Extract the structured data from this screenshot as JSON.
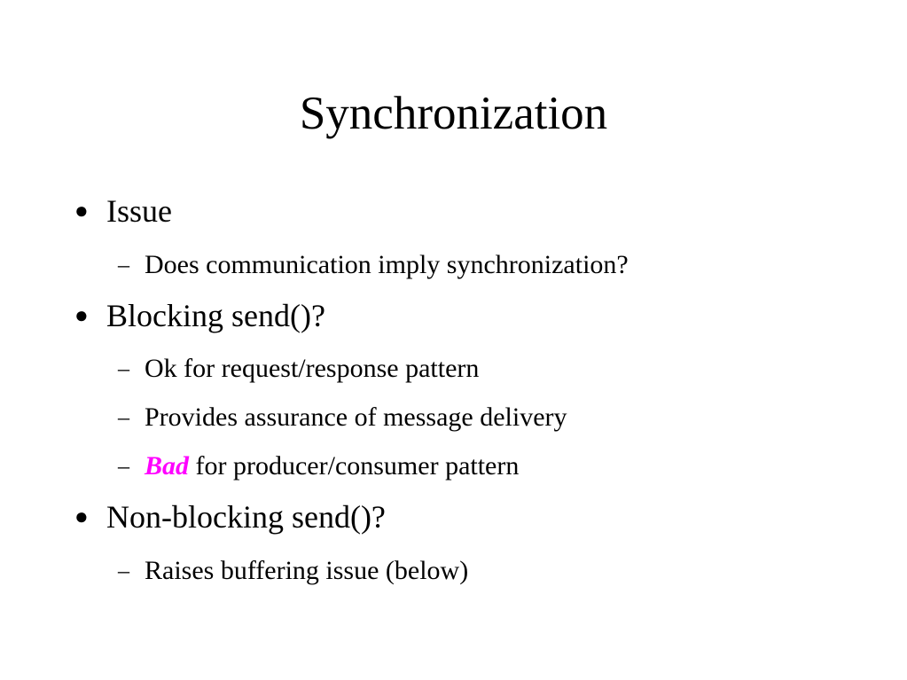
{
  "slide": {
    "title": "Synchronization",
    "bullet_marker": "●",
    "sub_marker": "–",
    "accent_color": "#ff00ff",
    "items": [
      {
        "text": "Issue",
        "subitems": [
          {
            "text": "Does communication imply synchronization?"
          }
        ]
      },
      {
        "text": "Blocking send()?",
        "subitems": [
          {
            "text": "Ok for request/response pattern"
          },
          {
            "text": "Provides assurance of message delivery"
          },
          {
            "emphasis": "Bad",
            "text": " for producer/consumer pattern"
          }
        ]
      },
      {
        "text": "Non-blocking send()?",
        "subitems": [
          {
            "text": "Raises buffering issue (below)"
          }
        ]
      }
    ]
  }
}
